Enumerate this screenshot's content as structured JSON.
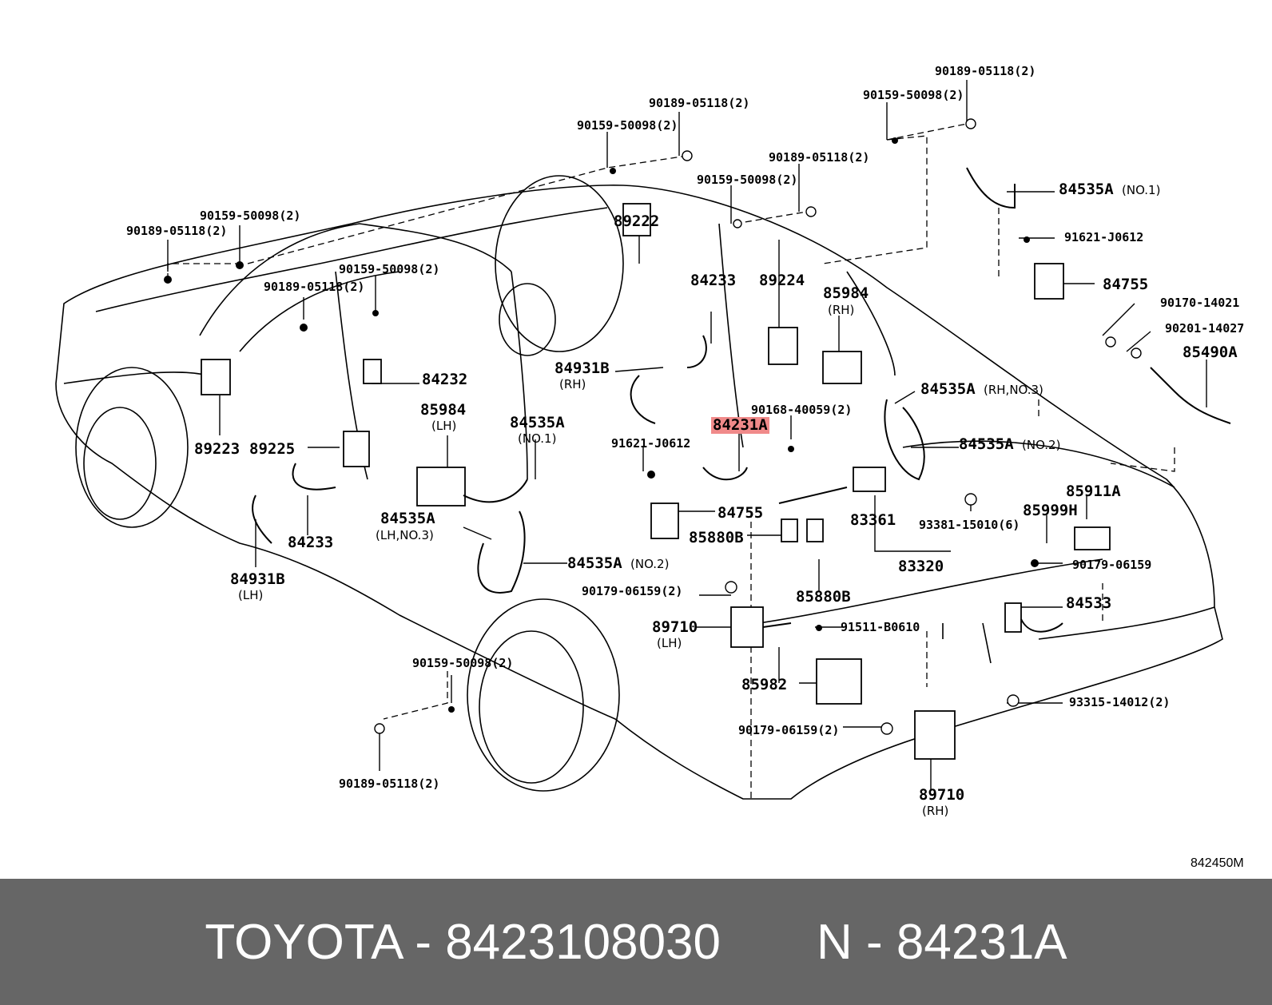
{
  "diagram": {
    "code": "842450M",
    "highlight_color": "#f08a8a",
    "labels": [
      {
        "id": "l1",
        "text": "90189-05118(2)"
      },
      {
        "id": "l2",
        "text": "90159-50098(2)"
      },
      {
        "id": "l3",
        "text": "90189-05118(2)"
      },
      {
        "id": "l4",
        "text": "90159-50098(2)"
      },
      {
        "id": "l5",
        "text": "90189-05118(2)"
      },
      {
        "id": "l6",
        "text": "90159-50098(2)"
      },
      {
        "id": "l7",
        "text": "84535A"
      },
      {
        "id": "l7s",
        "text": "(NO.1)"
      },
      {
        "id": "l8",
        "text": "91621-J0612"
      },
      {
        "id": "l9",
        "text": "84755"
      },
      {
        "id": "l10",
        "text": "90170-14021"
      },
      {
        "id": "l11",
        "text": "90201-14027"
      },
      {
        "id": "l12",
        "text": "85490A"
      },
      {
        "id": "l13",
        "text": "90159-50098(2)"
      },
      {
        "id": "l14",
        "text": "90189-05118(2)"
      },
      {
        "id": "l15",
        "text": "90159-50098(2)"
      },
      {
        "id": "l16",
        "text": "90189-05118(2)"
      },
      {
        "id": "l17",
        "text": "89222"
      },
      {
        "id": "l18",
        "text": "84233"
      },
      {
        "id": "l19",
        "text": "89224"
      },
      {
        "id": "l20",
        "text": "85984"
      },
      {
        "id": "l20s",
        "text": "(RH)"
      },
      {
        "id": "l21",
        "text": "84232"
      },
      {
        "id": "l22",
        "text": "84931B"
      },
      {
        "id": "l22s",
        "text": "(RH)"
      },
      {
        "id": "l23",
        "text": "84535A"
      },
      {
        "id": "l23s",
        "text": "(RH,NO.3)"
      },
      {
        "id": "l24",
        "text": "90168-40059(2)"
      },
      {
        "id": "l25",
        "text": "84231A"
      },
      {
        "id": "l26",
        "text": "84535A"
      },
      {
        "id": "l26s",
        "text": "(NO.2)"
      },
      {
        "id": "l27",
        "text": "85984"
      },
      {
        "id": "l27s",
        "text": "(LH)"
      },
      {
        "id": "l28",
        "text": "84535A"
      },
      {
        "id": "l28s",
        "text": "(NO.1)"
      },
      {
        "id": "l29",
        "text": "91621-J0612"
      },
      {
        "id": "l30",
        "text": "89223"
      },
      {
        "id": "l31",
        "text": "89225"
      },
      {
        "id": "l32",
        "text": "84755"
      },
      {
        "id": "l33",
        "text": "83361"
      },
      {
        "id": "l34",
        "text": "85911A"
      },
      {
        "id": "l35",
        "text": "84535A"
      },
      {
        "id": "l35s",
        "text": "(LH,NO.3)"
      },
      {
        "id": "l36",
        "text": "84233"
      },
      {
        "id": "l37",
        "text": "85880B"
      },
      {
        "id": "l38",
        "text": "93381-15010(6)"
      },
      {
        "id": "l39",
        "text": "85999H"
      },
      {
        "id": "l40",
        "text": "84931B"
      },
      {
        "id": "l40s",
        "text": "(LH)"
      },
      {
        "id": "l41",
        "text": "84535A"
      },
      {
        "id": "l41s",
        "text": "(NO.2)"
      },
      {
        "id": "l42",
        "text": "83320"
      },
      {
        "id": "l43",
        "text": "90179-06159"
      },
      {
        "id": "l44",
        "text": "90179-06159(2)"
      },
      {
        "id": "l45",
        "text": "85880B"
      },
      {
        "id": "l46",
        "text": "84533"
      },
      {
        "id": "l47",
        "text": "89710"
      },
      {
        "id": "l47s",
        "text": "(LH)"
      },
      {
        "id": "l48",
        "text": "91511-B0610"
      },
      {
        "id": "l49",
        "text": "90159-50098(2)"
      },
      {
        "id": "l50",
        "text": "85982"
      },
      {
        "id": "l51",
        "text": "93315-14012(2)"
      },
      {
        "id": "l52",
        "text": "90179-06159(2)"
      },
      {
        "id": "l53",
        "text": "89710"
      },
      {
        "id": "l53s",
        "text": "(RH)"
      },
      {
        "id": "l54",
        "text": "90189-05118(2)"
      }
    ]
  },
  "footer": {
    "brand_part": "TOYOTA - 8423108030",
    "ref": "N - 84231A",
    "background": "#666666"
  }
}
